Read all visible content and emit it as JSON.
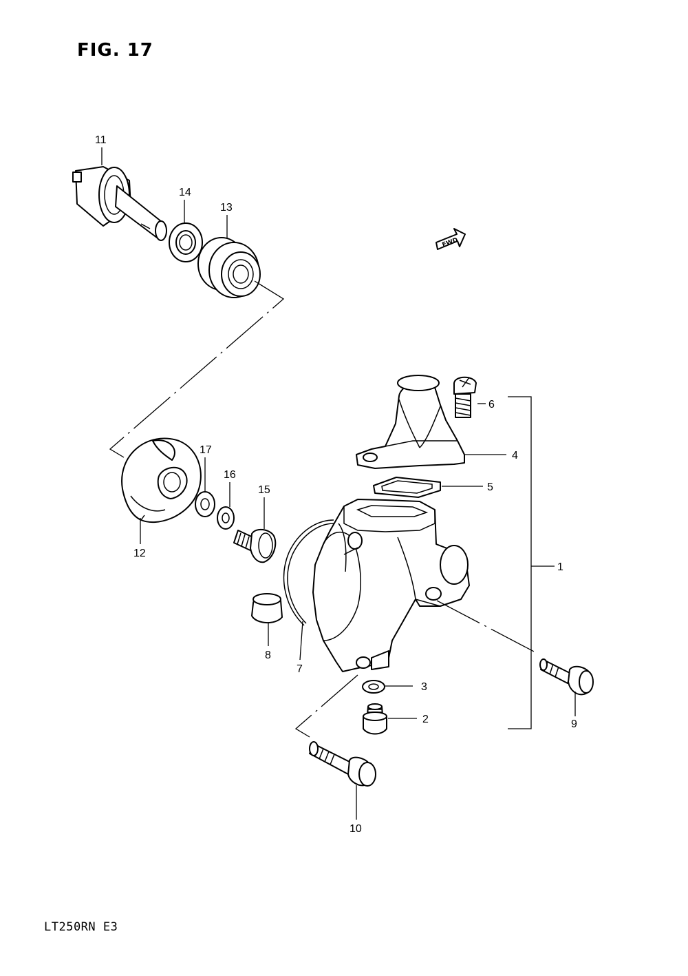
{
  "figure": {
    "title": "FIG. 17",
    "model_code": "LT250RN E3",
    "fwd_label": "FWD"
  },
  "callouts": [
    {
      "id": "1",
      "label": "1"
    },
    {
      "id": "2",
      "label": "2"
    },
    {
      "id": "3",
      "label": "3"
    },
    {
      "id": "4",
      "label": "4"
    },
    {
      "id": "5",
      "label": "5"
    },
    {
      "id": "6",
      "label": "6"
    },
    {
      "id": "7",
      "label": "7"
    },
    {
      "id": "8",
      "label": "8"
    },
    {
      "id": "9",
      "label": "9"
    },
    {
      "id": "10",
      "label": "10"
    },
    {
      "id": "11",
      "label": "11"
    },
    {
      "id": "12",
      "label": "12"
    },
    {
      "id": "13",
      "label": "13"
    },
    {
      "id": "14",
      "label": "14"
    },
    {
      "id": "15",
      "label": "15"
    },
    {
      "id": "16",
      "label": "16"
    },
    {
      "id": "17",
      "label": "17"
    }
  ]
}
